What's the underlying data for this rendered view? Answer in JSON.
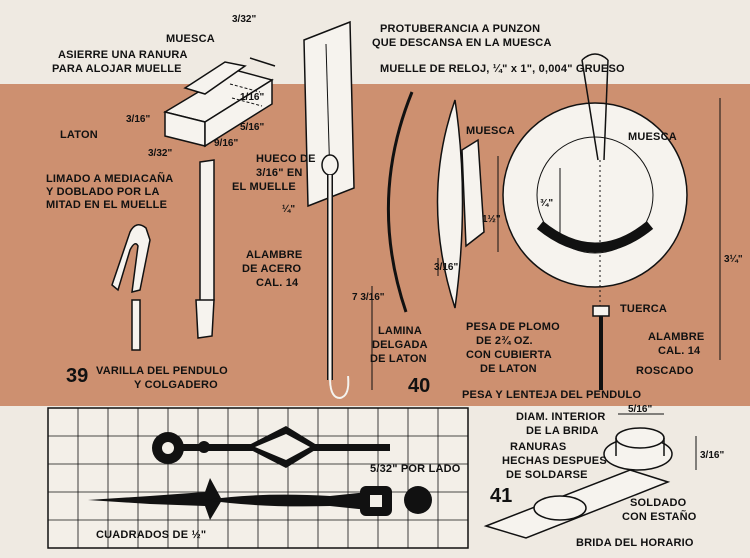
{
  "palette": {
    "paper": "#efeae2",
    "band": "#cd9070",
    "ink": "#111111",
    "part": "#f6f3ee"
  },
  "labels": {
    "muesca_top": "MUESCA",
    "dim_3_32_top": "3/32\"",
    "asierre_1": "ASIERRE UNA RANURA",
    "asierre_2": "PARA ALOJAR MUELLE",
    "dim_1_16_a": "1/16\"",
    "dim_3_16_a": "3/16\"",
    "laton": "LATON",
    "dim_5_16": "5/16\"",
    "dim_3_32_b": "3/32\"",
    "dim_9_16": "9/16\"",
    "limado_1": "LIMADO A MEDIACAÑA",
    "limado_2": "Y DOBLADO POR LA",
    "limado_3": "MITAD EN EL MUELLE",
    "protub_1": "PROTUBERANCIA A PUNZON",
    "protub_2": "QUE DESCANSA EN LA MUESCA",
    "muelle": "MUELLE DE RELOJ, ¼\" x 1\", 0,004\" GRUESO",
    "hueco_1": "HUECO DE",
    "hueco_2": "3/16\" EN",
    "hueco_3": "EL MUELLE",
    "dim_quarter": "¼\"",
    "alambre_1": "ALAMBRE",
    "alambre_2": "DE ACERO",
    "alambre_3": "CAL. 14",
    "dim_7_3_16": "7 3/16\"",
    "muesca_mid": "MUESCA",
    "dim_1_half": "1½\"",
    "dim_3_16_c": "3/16\"",
    "muesca_right": "MUESCA",
    "dim_3_4": "¾\"",
    "dim_3_1_4": "3¼\"",
    "tuerca": "TUERCA",
    "alambre_r1": "ALAMBRE",
    "alambre_r2": "CAL. 14",
    "roscado": "ROSCADO",
    "lamina_1": "LAMINA",
    "lamina_2": "DELGADA",
    "lamina_3": "DE LATON",
    "pesa_1": "PESA DE PLOMO",
    "pesa_2": "DE 2¾ OZ.",
    "pesa_3": "CON CUBIERTA",
    "pesa_4": "DE LATON",
    "fig39": "39",
    "fig39_cap_1": "VARILLA DEL PENDULO",
    "fig39_cap_2": "Y COLGADERO",
    "fig40": "40",
    "fig40_cap": "PESA Y LENTEJA DEL PENDULO",
    "diam_1": "DIAM. INTERIOR",
    "diam_2": "DE LA BRIDA",
    "dim_5_16_b": "5/16\"",
    "ranuras_1": "RANURAS",
    "ranuras_2": "HECHAS DESPUES",
    "ranuras_3": "DE SOLDARSE",
    "dim_3_16_d": "3/16\"",
    "por_lado": "5/32\" POR LADO",
    "fig41": "41",
    "soldado_1": "SOLDADO",
    "soldado_2": "CON ESTAÑO",
    "cuadrados": "CUADRADOS DE ½\"",
    "brida": "BRIDA DEL HORARIO"
  }
}
